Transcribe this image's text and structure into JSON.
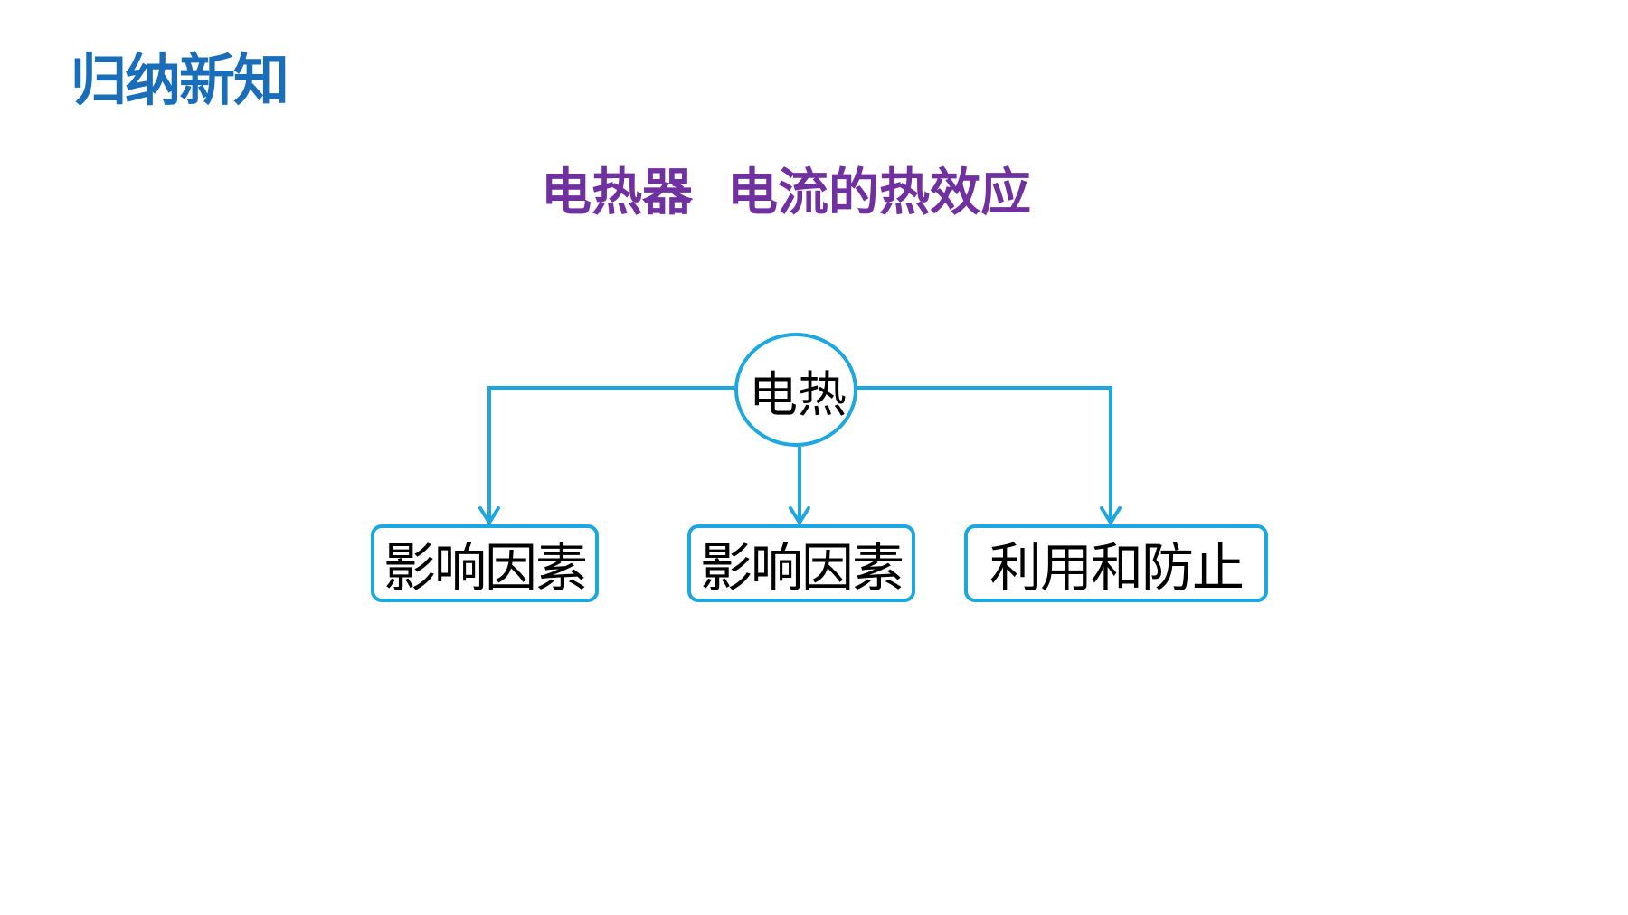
{
  "slide": {
    "heading": "归纳新知",
    "title_part1": "电热器",
    "title_part2": "电流的热效应"
  },
  "diagram": {
    "center": {
      "label": "电热"
    },
    "children": [
      {
        "label": "影响因素"
      },
      {
        "label": "影响因素"
      },
      {
        "label": "利用和防止"
      }
    ]
  },
  "colors": {
    "heading": "#1a6db8",
    "title": "#7030a0",
    "connector": "#1da7e0",
    "text": "#000000"
  }
}
